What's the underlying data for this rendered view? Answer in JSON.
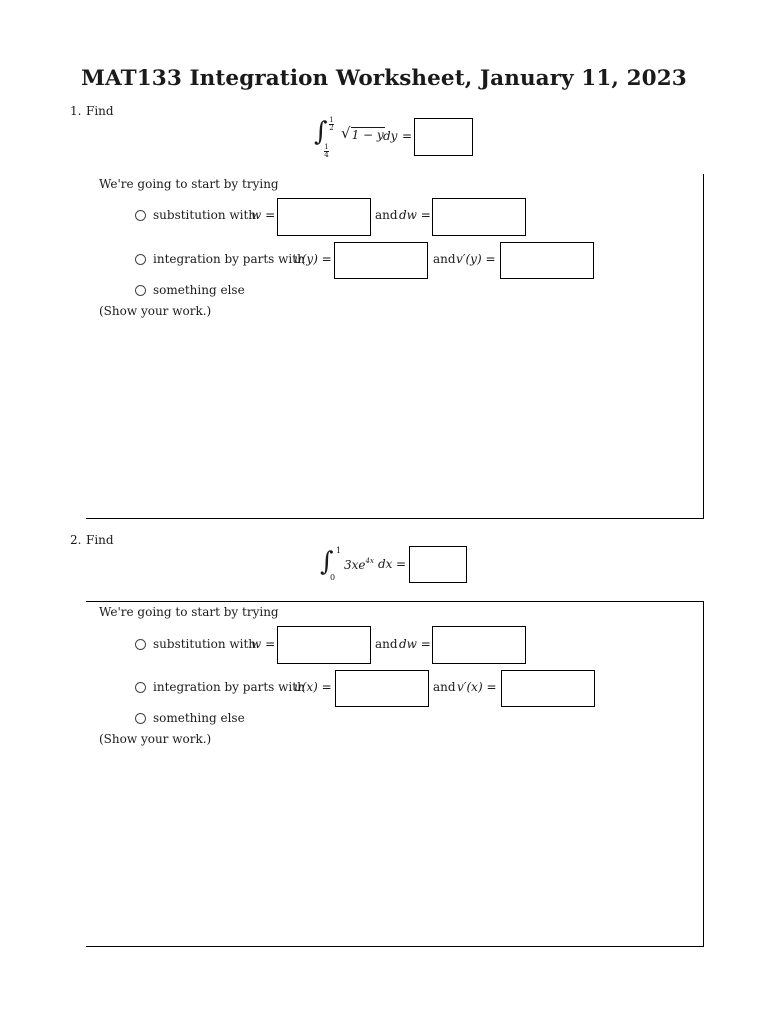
{
  "title": "MAT133 Integration Worksheet, January 11, 2023",
  "problems": [
    {
      "number": "1.",
      "find_label": "Find",
      "integral": {
        "lower_num": "1",
        "lower_den": "4",
        "upper_num": "1",
        "upper_den": "2",
        "radicand": "1 − y",
        "differential": "dy",
        "equals": "="
      },
      "prompt": "We're going to start by trying",
      "options": {
        "substitution_label": "substitution with",
        "w_eq": "w =",
        "and_dw": "and",
        "dw_eq": "dw =",
        "parts_label": "integration by parts with",
        "u_eq": "u(y) =",
        "and_v": "and",
        "v_eq": "v′(y) =",
        "else_label": "something else"
      },
      "show_work": "(Show your work.)"
    },
    {
      "number": "2.",
      "find_label": "Find",
      "integral": {
        "lower": "0",
        "upper": "1",
        "integrand_base": "3xe",
        "exponent": "4x",
        "differential": "dx",
        "equals": "="
      },
      "prompt": "We're going to start by trying",
      "options": {
        "substitution_label": "substitution with",
        "w_eq": "w =",
        "and_dw": "and",
        "dw_eq": "dw =",
        "parts_label": "integration by parts with",
        "u_eq": "u(x) =",
        "and_v": "and",
        "v_eq": "v′(x) =",
        "else_label": "something else"
      },
      "show_work": "(Show your work.)"
    }
  ]
}
